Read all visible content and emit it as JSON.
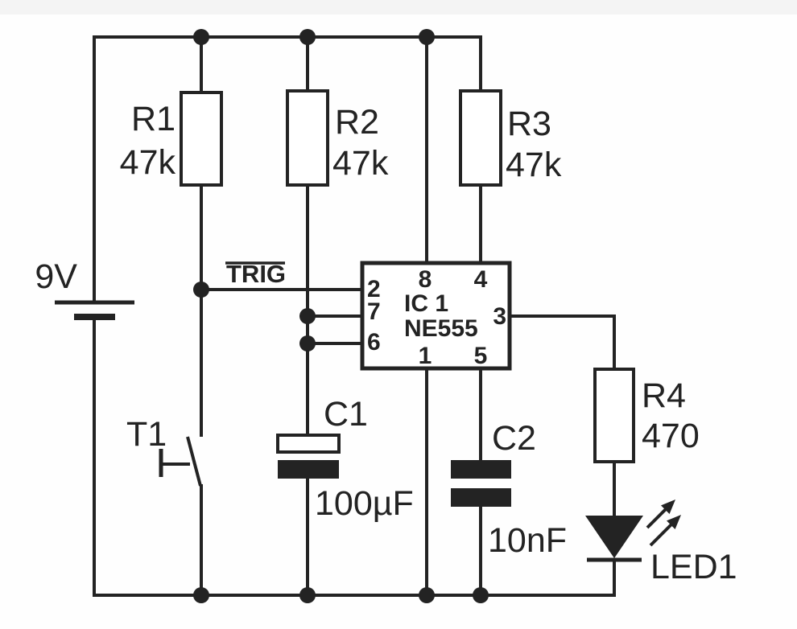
{
  "colors": {
    "ink": "#232323",
    "background": "#fefefe"
  },
  "battery": {
    "label": "9V"
  },
  "resistors": {
    "r1": {
      "ref": "R1",
      "value": "47k"
    },
    "r2": {
      "ref": "R2",
      "value": "47k"
    },
    "r3": {
      "ref": "R3",
      "value": "47k"
    },
    "r4": {
      "ref": "R4",
      "value": "470"
    }
  },
  "capacitors": {
    "c1": {
      "ref": "C1",
      "value": "100µF"
    },
    "c2": {
      "ref": "C2",
      "value": "10nF"
    }
  },
  "ic": {
    "ref": "IC 1",
    "part": "NE555",
    "pins": {
      "trigger": "2",
      "discharge": "7",
      "threshold": "6",
      "vcc": "8",
      "reset": "4",
      "output": "3",
      "ground": "1",
      "control": "5"
    }
  },
  "switch": {
    "ref": "T1"
  },
  "led": {
    "ref": "LED1"
  },
  "signals": {
    "trig": "TRIG"
  }
}
